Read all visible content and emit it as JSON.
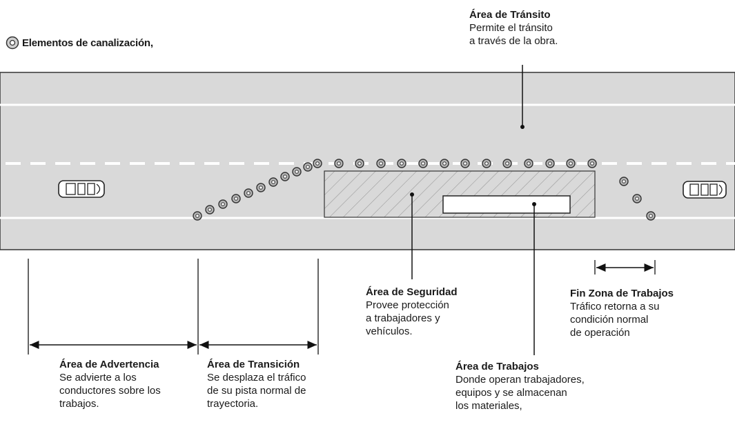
{
  "legend": {
    "icon": "channelizing-cone-icon",
    "text": "Elementos de canalización,"
  },
  "areas": {
    "transito": {
      "title": "Área de Tránsito",
      "desc": "Permite el tránsito\na través de la obra."
    },
    "seguridad": {
      "title": "Área de Seguridad",
      "desc": "Provee protección\na trabajadores y\nvehículos."
    },
    "fin": {
      "title": "Fin Zona de Trabajos",
      "desc": "Tráfico retorna a su\ncondición normal\nde operación"
    },
    "advertencia": {
      "title": "Área de Advertencia",
      "desc": "Se advierte a los\nconductores sobre los\ntrabajos."
    },
    "transicion": {
      "title": "Área de Transición",
      "desc": "Se desplaza el tráfico\nde su pista normal de\ntrayectoria."
    },
    "trabajos": {
      "title": "Área de Trabajos",
      "desc": "Donde operan trabajadores,\nequipos y se almacenan\nlos materiales,"
    }
  },
  "colors": {
    "road": "#d9d9d9",
    "lane_line": "#ffffff",
    "cone": "#555555",
    "ink": "#111111"
  }
}
